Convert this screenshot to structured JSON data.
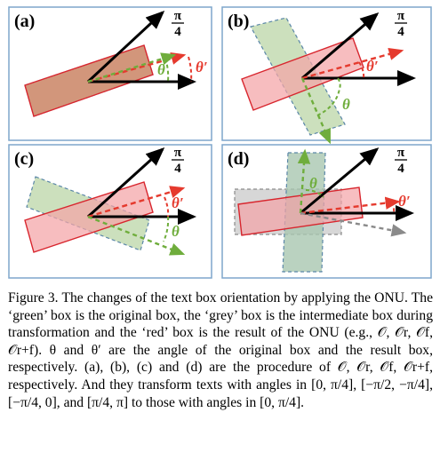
{
  "panels": [
    {
      "label": "(a)",
      "angle_label": "π/4",
      "theta_label": "θ",
      "theta_prime_label": "θ′"
    },
    {
      "label": "(b)",
      "angle_label": "π/4",
      "theta_label": "θ",
      "theta_prime_label": "θ′"
    },
    {
      "label": "(c)",
      "angle_label": "π/4",
      "theta_label": "θ",
      "theta_prime_label": "θ′"
    },
    {
      "label": "(d)",
      "angle_label": "π/4",
      "theta_label": "θ",
      "theta_prime_label": "θ′"
    }
  ],
  "colors": {
    "panel_border": "#7ea6cc",
    "red_box_fill": "#f4a3a6",
    "red_box_stroke": "#d8262e",
    "red_arrow": "#e53a2e",
    "green_box_fill": "#bfd8ad",
    "green_box_stroke": "#5b87a8",
    "green_arrow": "#6fad3c",
    "grey_box_fill": "#c9c9c9",
    "grey_arrow": "#8a8a8a",
    "axis": "#000000"
  },
  "caption": "Figure 3. The changes of the text box orientation by applying the ONU. The ‘green’ box is the original box, the ‘grey’ box is the intermediate box during transformation and the ‘red’ box is the result of the ONU (e.g., 𝒪, 𝒪r, 𝒪f, 𝒪r+f). θ and θ′ are the angle of the original box and the result box, respectively. (a), (b), (c) and (d) are the procedure of 𝒪, 𝒪r, 𝒪f, 𝒪r+f, respectively. And they transform texts with angles in [0, π/4], [−π/2, −π/4], [−π/4, 0], and [π/4, π] to those with angles in [0, π/4]."
}
